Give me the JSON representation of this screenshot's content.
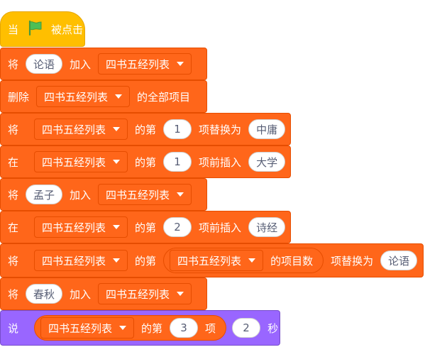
{
  "event": {
    "when_text": "当",
    "clicked_text": "被点击",
    "flag_color": "#4cbf56"
  },
  "list_name": "四书五经列表",
  "b1": {
    "verb": "将",
    "item": "论语",
    "action": "加入"
  },
  "b2": {
    "verb": "删除",
    "suffix": "的全部项目"
  },
  "b3": {
    "verb": "将",
    "of": "的第",
    "index": "1",
    "action": "项替换为",
    "value": "中庸"
  },
  "b4": {
    "verb": "在",
    "of": "的第",
    "index": "1",
    "action": "项前插入",
    "value": "大学"
  },
  "b5": {
    "verb": "将",
    "item": "孟子",
    "action": "加入"
  },
  "b6": {
    "verb": "在",
    "of": "的第",
    "index": "2",
    "action": "项前插入",
    "value": "诗经"
  },
  "b7": {
    "verb": "将",
    "of": "的第",
    "length_text": "的项目数",
    "action": "项替换为",
    "value": "论语"
  },
  "b8": {
    "verb": "将",
    "item": "春秋",
    "action": "加入"
  },
  "b9": {
    "verb": "说",
    "of": "的第",
    "index": "3",
    "item_unit": "项",
    "seconds": "2",
    "seconds_unit": "秒"
  },
  "colors": {
    "events": "#ffbf00",
    "lists": "#ff661a",
    "looks": "#9966ff"
  }
}
